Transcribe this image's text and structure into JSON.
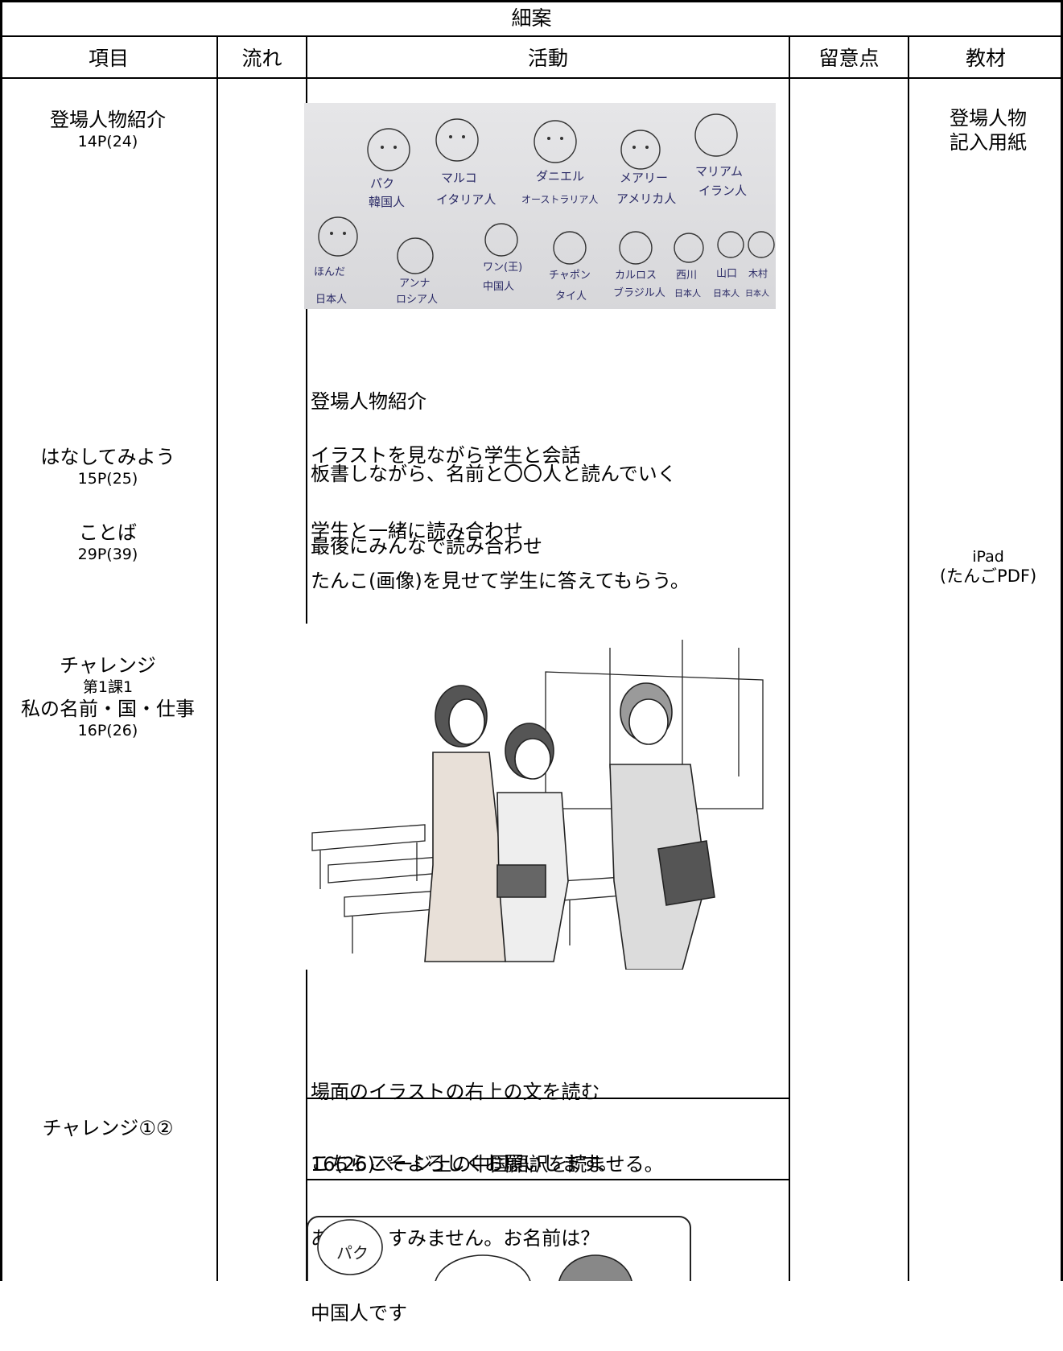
{
  "title": "細案",
  "headers": {
    "item": "項目",
    "flow": "流れ",
    "activity": "活動",
    "notes": "留意点",
    "materials": "教材"
  },
  "items": [
    {
      "title": "登場人物紹介",
      "page": "14P(24)"
    },
    {
      "title": "はなしてみよう",
      "page": "15P(25)"
    },
    {
      "title": "ことば",
      "page": "29P(39)"
    },
    {
      "title": "チャレンジ",
      "lines": [
        "第1課1",
        "私の名前・国・仕事",
        "16P(26)"
      ]
    },
    {
      "title": "チャレンジ①②"
    }
  ],
  "activities": {
    "intro": [
      "登場人物紹介",
      "板書しながら、名前と〇〇人と読んでいく",
      "最後にみんなで読み合わせ"
    ],
    "talk": "イラストを見ながら学生と会話",
    "words_1": "学生と一緒に読み合わせ",
    "words_2": "たんこ(画像)を見せて学生に答えてもらう。",
    "challenge": [
      "場面のイラストの右上の文を読む",
      "16(26)ページ上の中国語訳を読ませる。"
    ],
    "phrases": [
      "こちらこそよろしくお願いします。",
      "あのい、すみません。お名前は？",
      "中国人です"
    ]
  },
  "whiteboard": {
    "row1": [
      {
        "name": "パク",
        "country": "韓国人"
      },
      {
        "name": "マルコ",
        "country": "イタリア人"
      },
      {
        "name": "ダニエル",
        "country": "オーストラリア人"
      },
      {
        "name": "メアリー",
        "country": "アメリカ人"
      },
      {
        "name": "マリアム",
        "country": "イラン人"
      }
    ],
    "row2": [
      {
        "name": "ほんだ",
        "country": "日本人"
      },
      {
        "name": "アンナ",
        "country": "ロシア人"
      },
      {
        "name": "ワン(王)",
        "country": "中国人"
      },
      {
        "name": "チャポン",
        "country": "タイ人"
      },
      {
        "name": "カルロス",
        "country": "ブラジル人"
      },
      {
        "name": "西川",
        "country": "日本人"
      },
      {
        "name": "山口",
        "country": "日本人"
      },
      {
        "name": "木村",
        "country": "日本人"
      }
    ]
  },
  "materials": {
    "m1": [
      "登場人物",
      "記入用紙"
    ],
    "m2": [
      "iPad",
      "(たんごPDF)"
    ]
  },
  "speech_name": "パク"
}
